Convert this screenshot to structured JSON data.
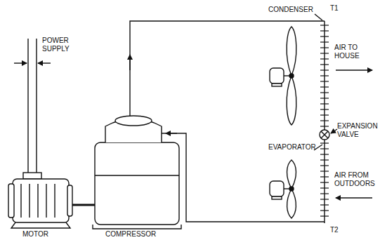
{
  "diagram": {
    "labels": [
      "POWER SUPPLY",
      "CONDENSER",
      "T1",
      "AIR TO HOUSE",
      "EXPANSION VALVE",
      "EVAPORATOR",
      "AIR FROM OUTDOORS",
      "T2",
      "MOTOR",
      "COMPRESSOR"
    ]
  }
}
